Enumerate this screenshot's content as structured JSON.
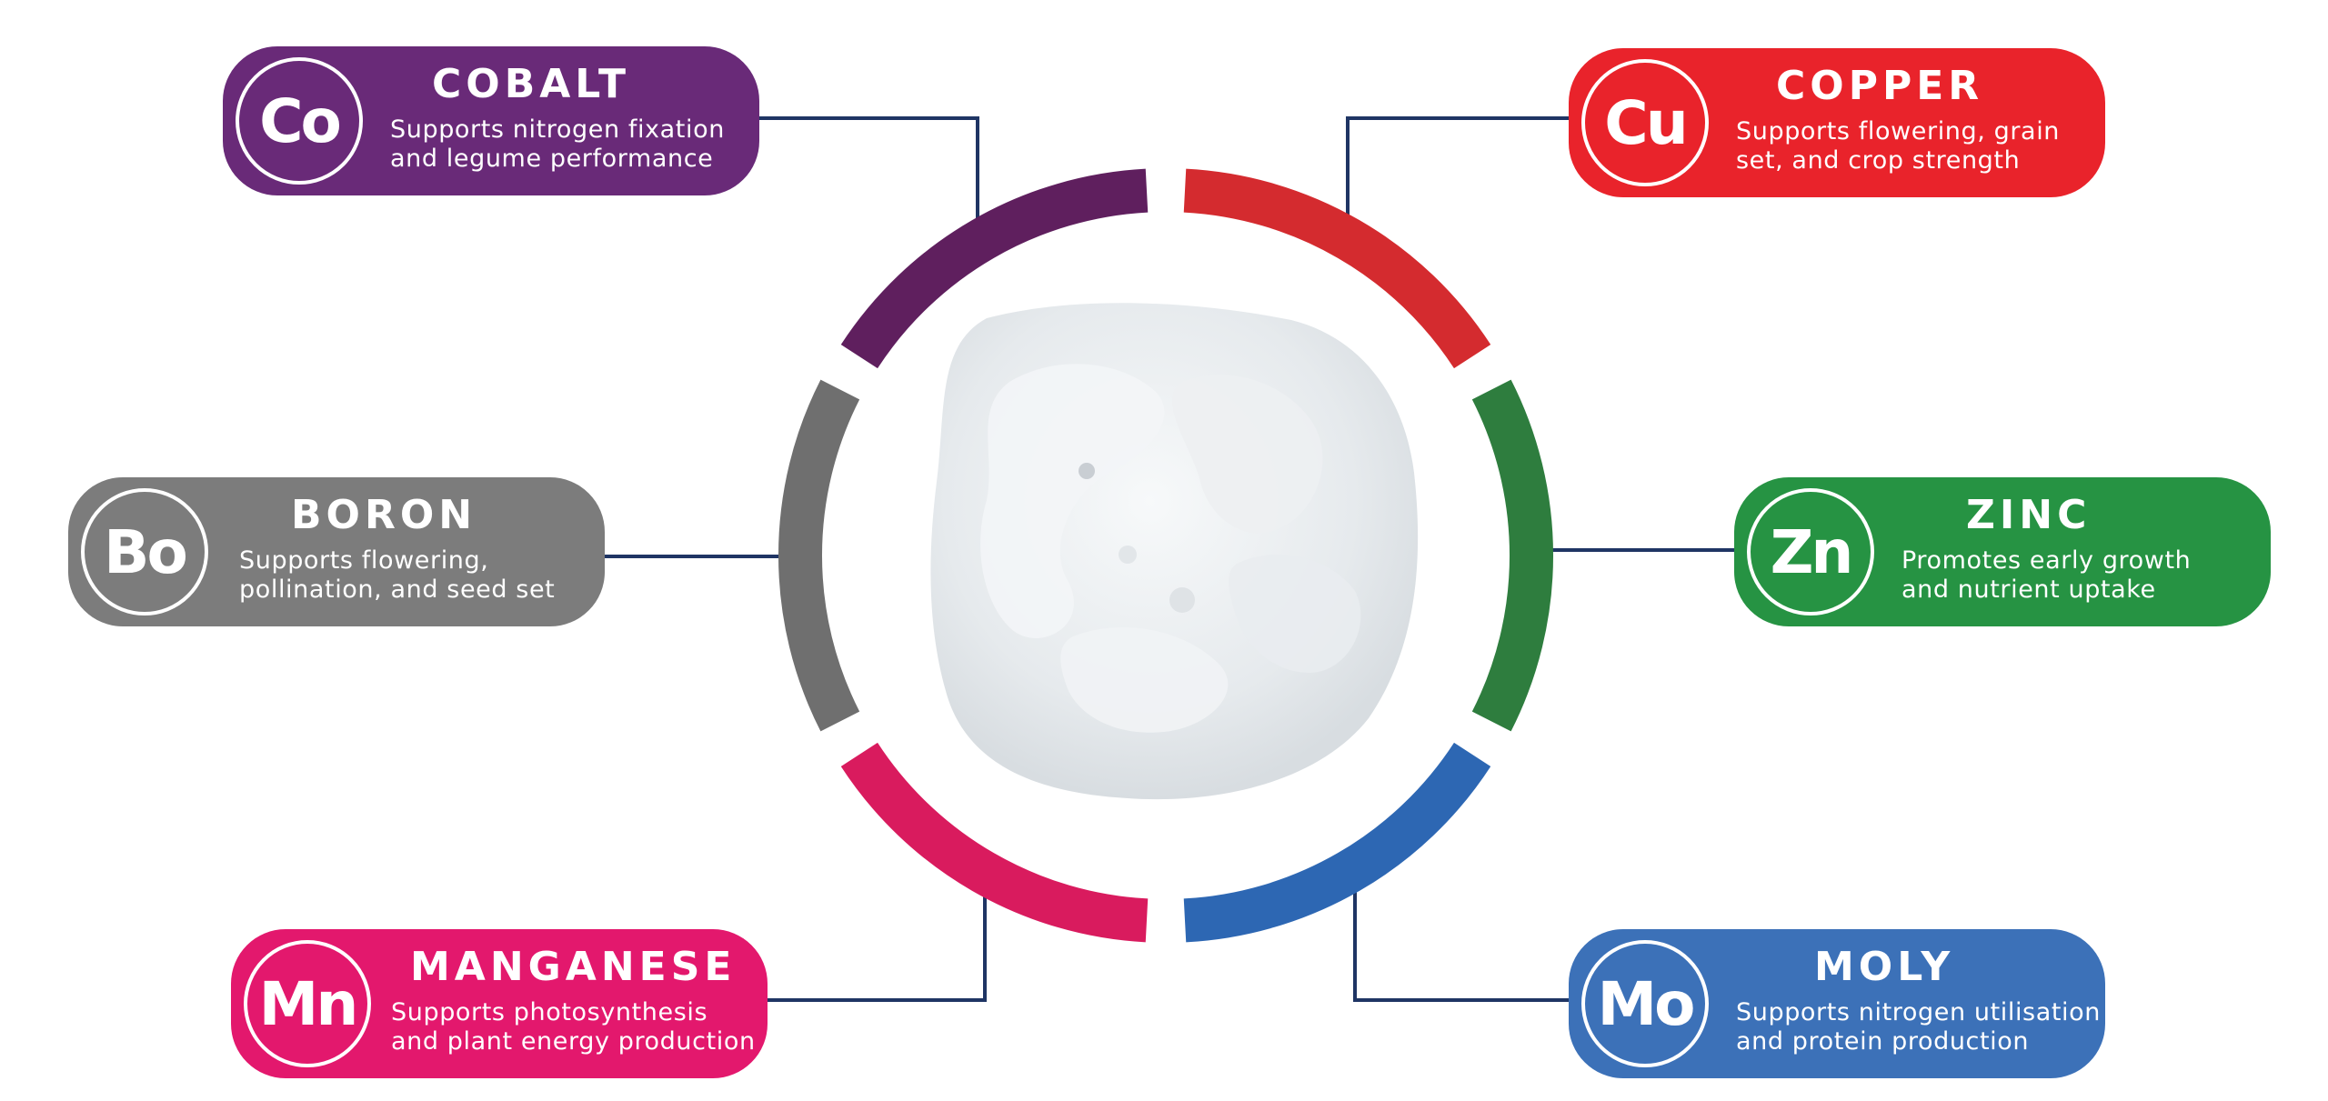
{
  "colors": {
    "cobalt": "#692a78",
    "copper": "#e9232b",
    "boron": "#7c7c7c",
    "zinc": "#269343",
    "manganese": "#e3186d",
    "moly": "#3c71b8",
    "connector": "#1f3564",
    "ring_cobalt": "#5f1f5e",
    "ring_copper": "#d42b2f",
    "ring_boron": "#6f6f6f",
    "ring_zinc": "#2e7d3e",
    "ring_manganese": "#d91b5e",
    "ring_moly": "#2d67b3"
  },
  "center_image": "fertilizer-granule",
  "nutrients": {
    "cobalt": {
      "symbol": "Co",
      "name": "COBALT",
      "desc_line1": "Supports nitrogen fixation",
      "desc_line2": "and legume performance"
    },
    "copper": {
      "symbol": "Cu",
      "name": "COPPER",
      "desc_line1": "Supports flowering, grain",
      "desc_line2": "set, and crop strength"
    },
    "boron": {
      "symbol": "Bo",
      "name": "BORON",
      "desc_line1": "Supports flowering,",
      "desc_line2": "pollination, and seed set"
    },
    "zinc": {
      "symbol": "Zn",
      "name": "ZINC",
      "desc_line1": "Promotes early growth",
      "desc_line2": "and nutrient uptake"
    },
    "manganese": {
      "symbol": "Mn",
      "name": "MANGANESE",
      "desc_line1": "Supports photosynthesis",
      "desc_line2": "and plant energy production"
    },
    "moly": {
      "symbol": "Mo",
      "name": "MOLY",
      "desc_line1": "Supports nitrogen utilisation",
      "desc_line2": "and protein production"
    }
  }
}
